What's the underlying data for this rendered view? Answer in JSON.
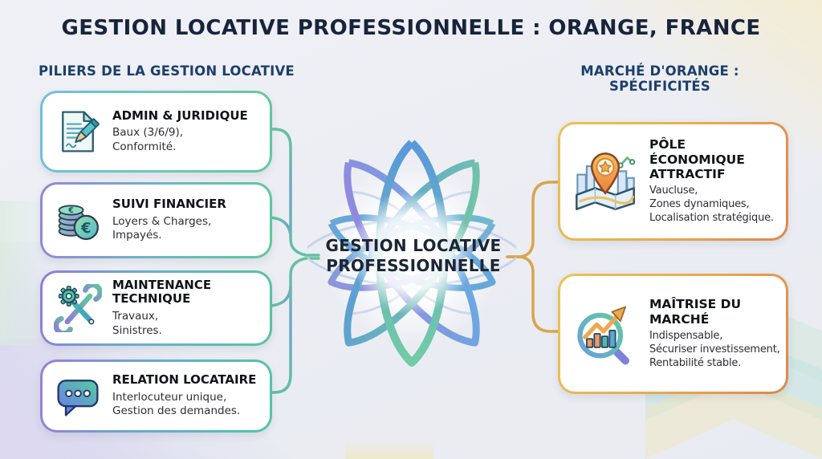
{
  "title": "GESTION LOCATIVE PROFESSIONNELLE : ORANGE, FRANCE",
  "center": {
    "line1": "GESTION LOCATIVE",
    "line2": "PROFESSIONNELLE"
  },
  "left_section": {
    "header": "PILIERS DE LA GESTION LOCATIVE",
    "cards": [
      {
        "icon": "document-pen-icon",
        "title": "ADMIN & JURIDIQUE",
        "lines": [
          "Baux (3/6/9),",
          "Conformité."
        ]
      },
      {
        "icon": "euro-coins-icon",
        "title": "SUIVI FINANCIER",
        "lines": [
          "Loyers & Charges,",
          "Impayés."
        ]
      },
      {
        "icon": "gear-wrench-icon",
        "title": "MAINTENANCE TECHNIQUE",
        "lines": [
          "Travaux,",
          "Sinistres."
        ]
      },
      {
        "icon": "chat-bubble-icon",
        "title": "RELATION LOCATAIRE",
        "lines": [
          "Interlocuteur unique,",
          "Gestion des demandes."
        ]
      }
    ]
  },
  "right_section": {
    "header": "MARCHÉ D'ORANGE : SPÉCIFICITÉS",
    "cards": [
      {
        "icon": "map-pin-star-icon",
        "title": "PÔLE ÉCONOMIQUE ATTRACTIF",
        "lines": [
          "Vaucluse,",
          "Zones dynamiques,",
          "Localisation stratégique."
        ]
      },
      {
        "icon": "chart-magnifier-icon",
        "title": "MAÎTRISE DU MARCHÉ",
        "lines": [
          "Indispensable,",
          "Sécuriser investissement,",
          "Rentabilité stable."
        ]
      }
    ]
  },
  "colors": {
    "background": "#edeff4",
    "title_text": "#18243c",
    "section_header_text": "#1d3f6b",
    "card_title_text": "#101418",
    "card_body_text": "#2e2e33",
    "left_connector": "#68b7a8",
    "right_connector": "#d9a54d",
    "left_card_border_start": "#8f7fd8",
    "left_card_border_end": "#5ec49d",
    "right_card_border_start": "#e8c157",
    "right_card_border_end": "#e0854e"
  }
}
